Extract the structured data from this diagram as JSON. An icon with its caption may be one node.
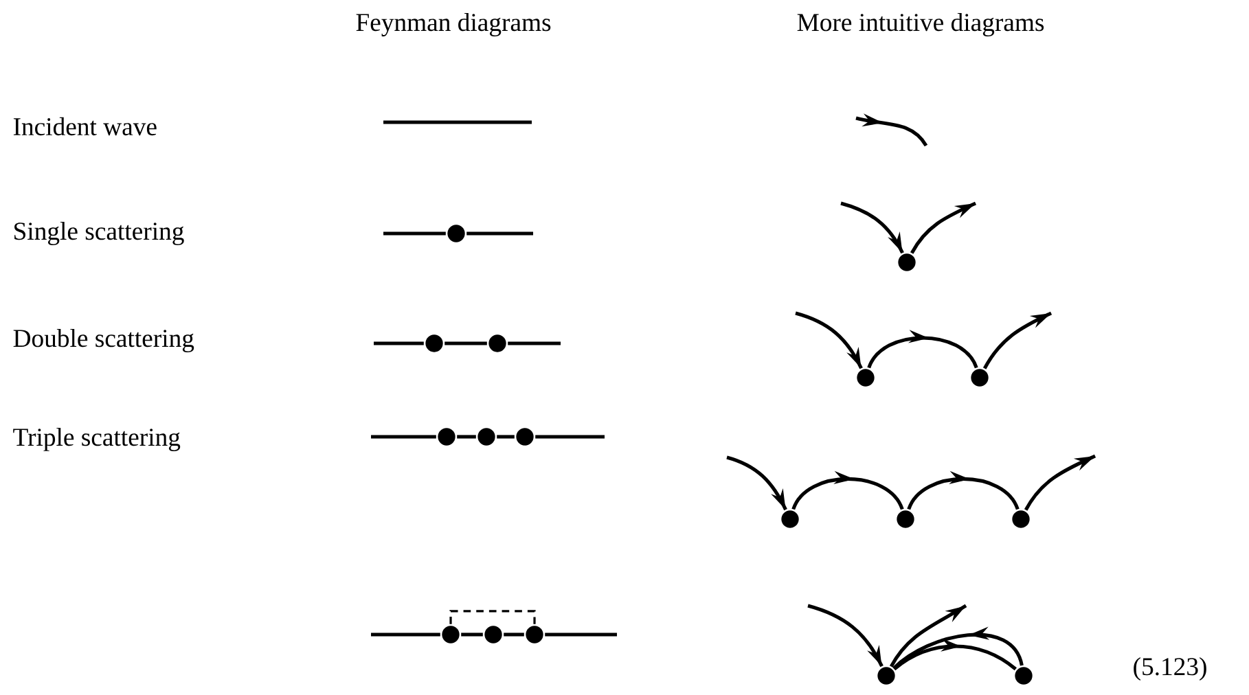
{
  "diagram": {
    "nodes": [
      {
        "text": [],
        "shape": "circle"
      },
      {
        "text": [],
        "shape": "circle"
      },
      {
        "text": [],
        "shape": "circle"
      },
      {
        "text": [],
        "shape": "circle"
      },
      {
        "text": [],
        "shape": "circle"
      },
      {
        "text": [],
        "shape": "circle"
      },
      {
        "text": [],
        "shape": "circle"
      },
      {
        "text": [],
        "shape": "circle"
      },
      {
        "text": [],
        "shape": "circle"
      },
      {
        "text": [],
        "shape": "circle"
      },
      {
        "text": [],
        "shape": "circle"
      },
      {
        "text": [],
        "shape": "circle"
      },
      {
        "text": [],
        "shape": "circle"
      },
      {
        "text": [],
        "shape": "circle"
      },
      {
        "text": [],
        "shape": "circle"
      },
      {
        "text": [],
        "shape": "circle"
      },
      {
        "text": [],
        "shape": "circle"
      }
    ],
    "edges": [
      {
        "from": null,
        "to": 0,
        "arrow": "none"
      },
      {
        "from": 0,
        "to": null,
        "arrow": "none"
      },
      {
        "from": null,
        "to": 1,
        "arrow": "to"
      },
      {
        "from": 1,
        "to": null,
        "arrow": "to"
      },
      {
        "from": null,
        "to": 2,
        "arrow": "none"
      },
      {
        "from": 2,
        "to": 3,
        "arrow": "none"
      },
      {
        "from": 3,
        "to": null,
        "arrow": "none"
      },
      {
        "from": null,
        "to": 4,
        "arrow": "to"
      },
      {
        "from": 4,
        "to": 5,
        "arrow": "to"
      },
      {
        "from": 5,
        "to": null,
        "arrow": "to"
      },
      {
        "from": null,
        "to": 6,
        "arrow": "none"
      },
      {
        "from": 6,
        "to": 7,
        "arrow": "none"
      },
      {
        "from": 7,
        "to": 8,
        "arrow": "none"
      },
      {
        "from": 8,
        "to": null,
        "arrow": "none"
      },
      {
        "from": null,
        "to": 9,
        "arrow": "to"
      },
      {
        "from": 9,
        "to": 10,
        "arrow": "to"
      },
      {
        "from": 10,
        "to": 11,
        "arrow": "to"
      },
      {
        "from": 11,
        "to": null,
        "arrow": "to"
      },
      {
        "from": null,
        "to": 12,
        "arrow": "none"
      },
      {
        "from": 12,
        "to": 13,
        "arrow": "none"
      },
      {
        "from": 13,
        "to": 14,
        "arrow": "none"
      },
      {
        "from": 14,
        "to": null,
        "arrow": "none"
      },
      {
        "from": 12,
        "to": 14,
        "arrow": "none",
        "style": "dashed"
      },
      {
        "from": null,
        "to": 15,
        "arrow": "to"
      },
      {
        "from": 15,
        "to": null,
        "arrow": "to"
      },
      {
        "from": 15,
        "to": 16,
        "arrow": "to"
      },
      {
        "from": 16,
        "to": 15,
        "arrow": "to"
      }
    ],
    "labels": [
      "Feynman diagrams",
      "More intuitive diagrams",
      "Incident wave",
      "Single scattering",
      "Double scattering",
      "Triple scattering",
      "(5.123)"
    ]
  }
}
